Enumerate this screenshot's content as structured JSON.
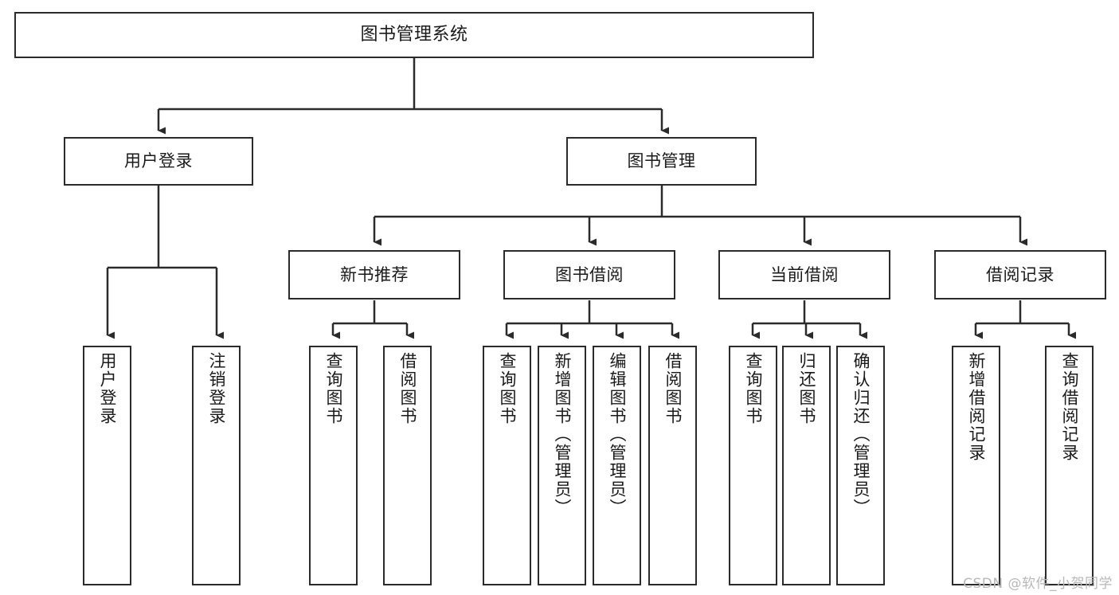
{
  "diagram": {
    "title": "图书管理系统",
    "type": "tree-hierarchy",
    "watermark": "CSDN @软件_小贺同学",
    "colors": {
      "background": "#ffffff",
      "box_border": "#2b2b2b",
      "box_fill": "#ffffff",
      "connector": "#2b2b2b",
      "text": "#1a1a1a",
      "watermark": "#b8b8b8"
    },
    "levels": [
      {
        "level": 0,
        "nodes": [
          {
            "id": "root",
            "label": "图书管理系统",
            "orientation": "horizontal"
          }
        ]
      },
      {
        "level": 1,
        "nodes": [
          {
            "id": "user-login",
            "label": "用户登录",
            "orientation": "horizontal",
            "parent": "root"
          },
          {
            "id": "book-manage",
            "label": "图书管理",
            "orientation": "horizontal",
            "parent": "root"
          }
        ]
      },
      {
        "level": 2,
        "nodes": [
          {
            "id": "new-book-rec",
            "label": "新书推荐",
            "orientation": "horizontal",
            "parent": "book-manage"
          },
          {
            "id": "book-borrow",
            "label": "图书借阅",
            "orientation": "horizontal",
            "parent": "book-manage"
          },
          {
            "id": "current-borrow",
            "label": "当前借阅",
            "orientation": "horizontal",
            "parent": "book-manage"
          },
          {
            "id": "borrow-record",
            "label": "借阅记录",
            "orientation": "horizontal",
            "parent": "book-manage"
          }
        ]
      },
      {
        "level": 3,
        "nodes": [
          {
            "id": "leaf-user-login",
            "label": "用户登录",
            "orientation": "vertical",
            "parent": "user-login"
          },
          {
            "id": "leaf-logout",
            "label": "注销登录",
            "orientation": "vertical",
            "parent": "user-login"
          },
          {
            "id": "leaf-query-book-1",
            "label": "查询图书",
            "orientation": "vertical",
            "parent": "new-book-rec"
          },
          {
            "id": "leaf-borrow-book-1",
            "label": "借阅图书",
            "orientation": "vertical",
            "parent": "new-book-rec"
          },
          {
            "id": "leaf-query-book-2",
            "label": "查询图书",
            "orientation": "vertical",
            "parent": "book-borrow"
          },
          {
            "id": "leaf-add-book",
            "label": "新增图书（管理员）",
            "orientation": "vertical",
            "parent": "book-borrow"
          },
          {
            "id": "leaf-edit-book",
            "label": "编辑图书（管理员）",
            "orientation": "vertical",
            "parent": "book-borrow"
          },
          {
            "id": "leaf-borrow-book-2",
            "label": "借阅图书",
            "orientation": "vertical",
            "parent": "book-borrow"
          },
          {
            "id": "leaf-query-book-3",
            "label": "查询图书",
            "orientation": "vertical",
            "parent": "current-borrow"
          },
          {
            "id": "leaf-return-book",
            "label": "归还图书",
            "orientation": "vertical",
            "parent": "current-borrow"
          },
          {
            "id": "leaf-confirm-return",
            "label": "确认归还（管理员）",
            "orientation": "vertical",
            "parent": "current-borrow"
          },
          {
            "id": "leaf-add-record",
            "label": "新增借阅记录",
            "orientation": "vertical",
            "parent": "borrow-record"
          },
          {
            "id": "leaf-query-record",
            "label": "查询借阅记录",
            "orientation": "vertical",
            "parent": "borrow-record"
          }
        ]
      }
    ]
  }
}
